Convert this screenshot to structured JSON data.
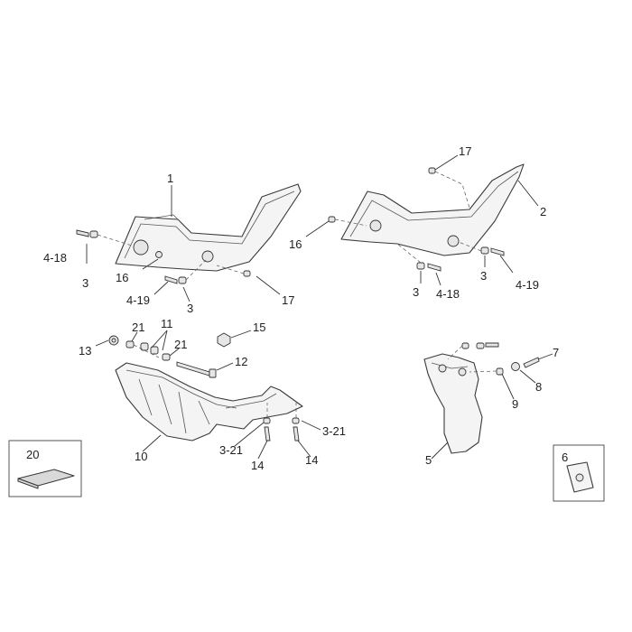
{
  "callouts": {
    "c1": "1",
    "c2": "2",
    "c3a": "3",
    "c3b": "3",
    "c3c": "3",
    "c3d": "3",
    "c3_21a": "3-21",
    "c3_21b": "3-21",
    "c4_18a": "4-18",
    "c4_18b": "4-18",
    "c4_19a": "4-19",
    "c4_19b": "4-19",
    "c5": "5",
    "c6": "6",
    "c7": "7",
    "c8": "8",
    "c9": "9",
    "c10": "10",
    "c11": "11",
    "c12": "12",
    "c13": "13",
    "c14a": "14",
    "c14b": "14",
    "c15": "15",
    "c16a": "16",
    "c16b": "16",
    "c17a": "17",
    "c17b": "17",
    "c20": "20",
    "c21a": "21",
    "c21b": "21"
  },
  "colors": {
    "line": "#3a3a3a",
    "fill": "#f4f4f4",
    "text": "#222222"
  }
}
